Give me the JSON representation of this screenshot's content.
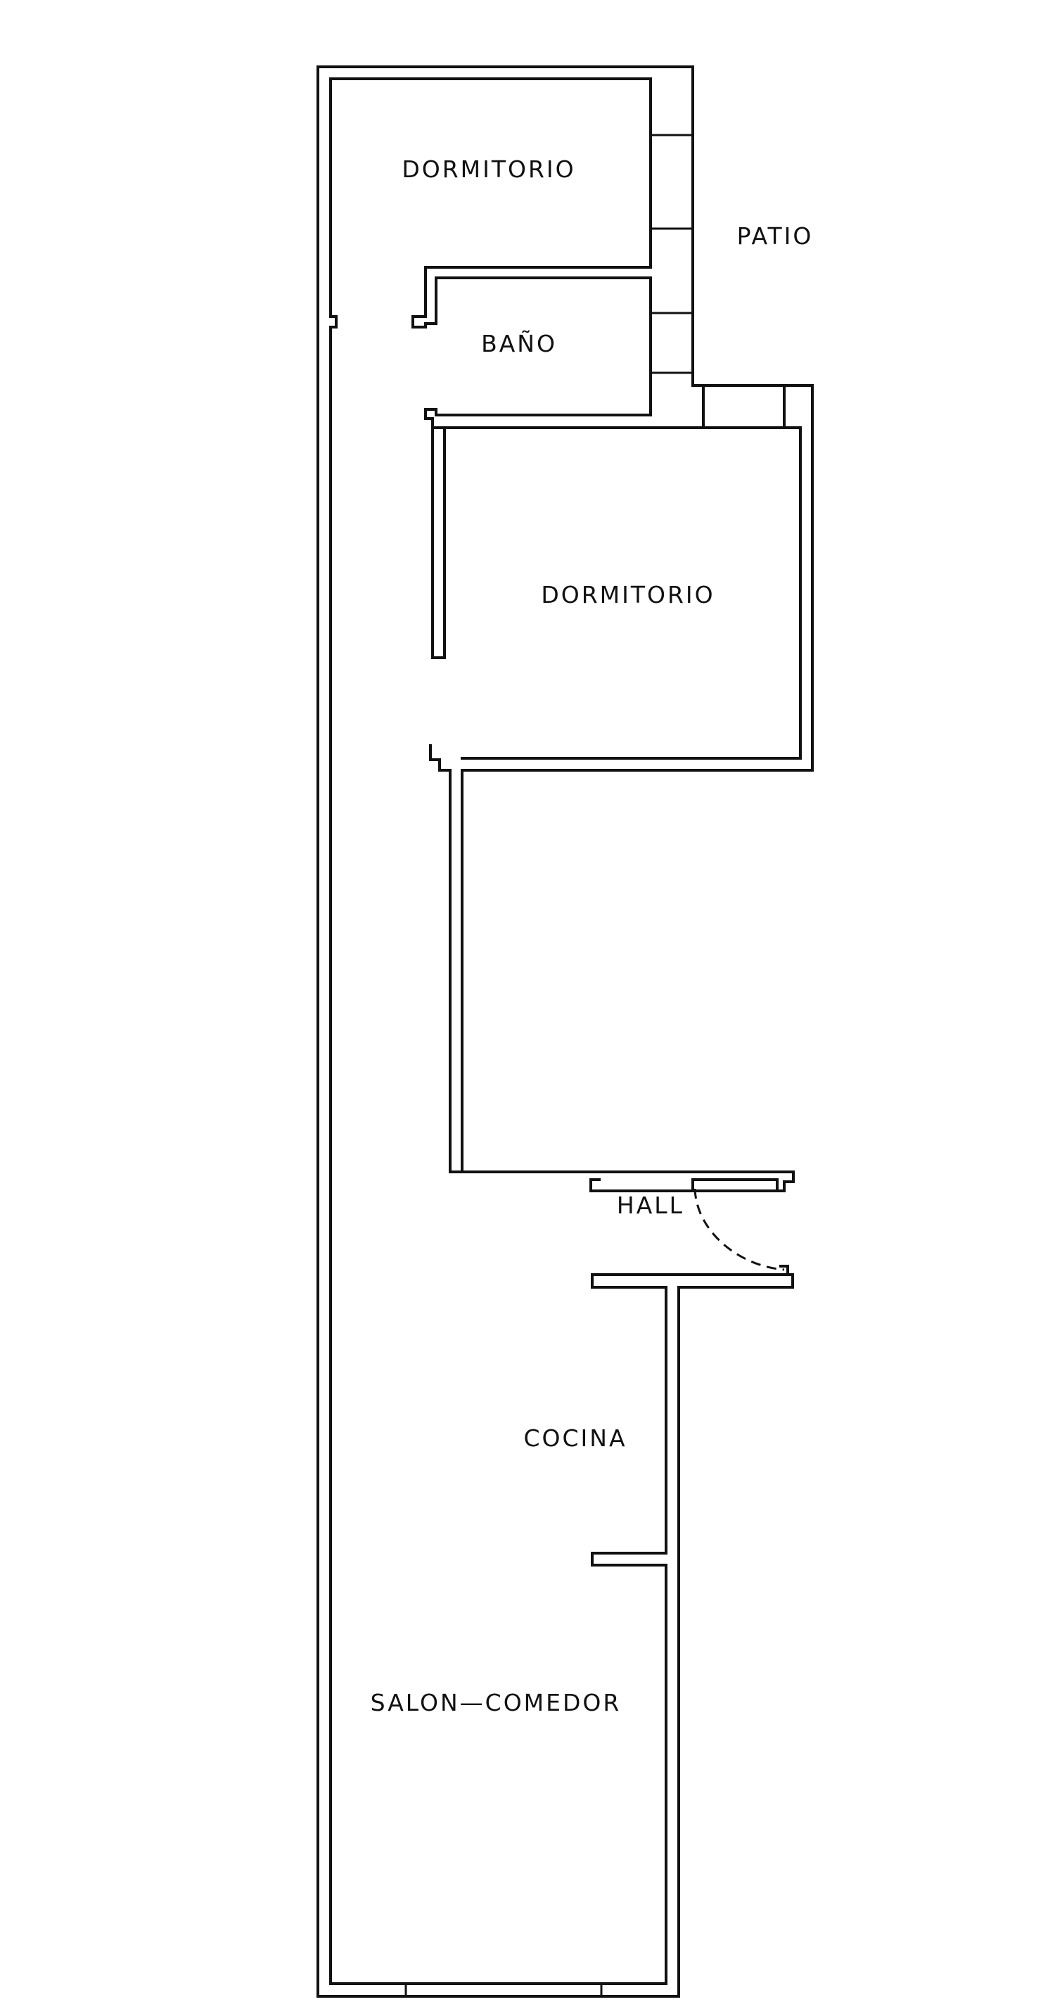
{
  "floor_plan": {
    "rooms": {
      "dormitorio_top": "DORMITORIO",
      "patio": "PATIO",
      "bano": "BAÑO",
      "dormitorio_main": "DORMITORIO",
      "hall": "HALL",
      "cocina": "COCINA",
      "salon_comedor": "SALON—COMEDOR"
    },
    "colors": {
      "line": "#111111",
      "background": "#ffffff"
    }
  }
}
